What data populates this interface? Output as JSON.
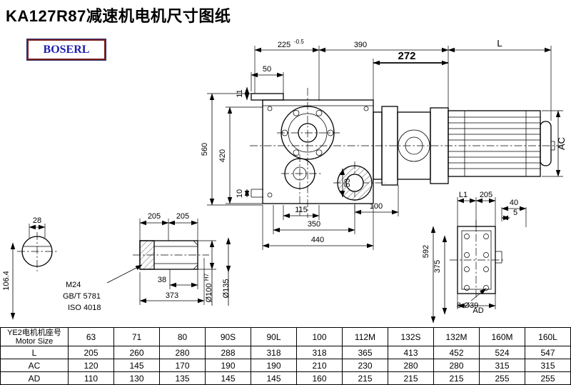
{
  "page": {
    "title": "KA127R87减速机电机尺寸图纸",
    "logo": "BOSERL"
  },
  "dims": {
    "d50": "50",
    "d225": "225",
    "d225_tol": "-0.5",
    "d390": "390",
    "d272": "272",
    "dL": "L",
    "d11": "11",
    "d560": "560",
    "d420": "420",
    "d10": "10",
    "d53": "53",
    "d115": "115",
    "d100": "100",
    "d350": "350",
    "d440": "440",
    "dAC": "AC",
    "d28": "28",
    "d106_4": "106.4",
    "d205a": "205",
    "d205b": "205",
    "m24": "M24",
    "gb": "GB/T 5781",
    "iso": "ISO 4018",
    "d38": "38",
    "d373": "373",
    "d100h7": "Ø100",
    "d100h7_sup": "H7",
    "d135": "Ø135",
    "dL1": "L1",
    "d205c": "205",
    "d40": "40",
    "d5": "5",
    "d592": "592",
    "d375": "375",
    "d8_39": "8-Ø39",
    "dAD": "AD"
  },
  "table": {
    "header_label_cn": "YE2电机机座号",
    "header_label_en": "Motor Size",
    "sizes": [
      "63",
      "71",
      "80",
      "90S",
      "90L",
      "100",
      "112M",
      "132S",
      "132M",
      "160M",
      "160L"
    ],
    "rows": [
      {
        "label": "L",
        "values": [
          "205",
          "260",
          "280",
          "288",
          "318",
          "318",
          "365",
          "413",
          "452",
          "524",
          "547"
        ]
      },
      {
        "label": "AC",
        "values": [
          "120",
          "145",
          "170",
          "190",
          "190",
          "210",
          "230",
          "280",
          "280",
          "315",
          "315"
        ]
      },
      {
        "label": "AD",
        "values": [
          "110",
          "130",
          "135",
          "145",
          "145",
          "160",
          "215",
          "215",
          "215",
          "255",
          "255"
        ]
      }
    ]
  }
}
